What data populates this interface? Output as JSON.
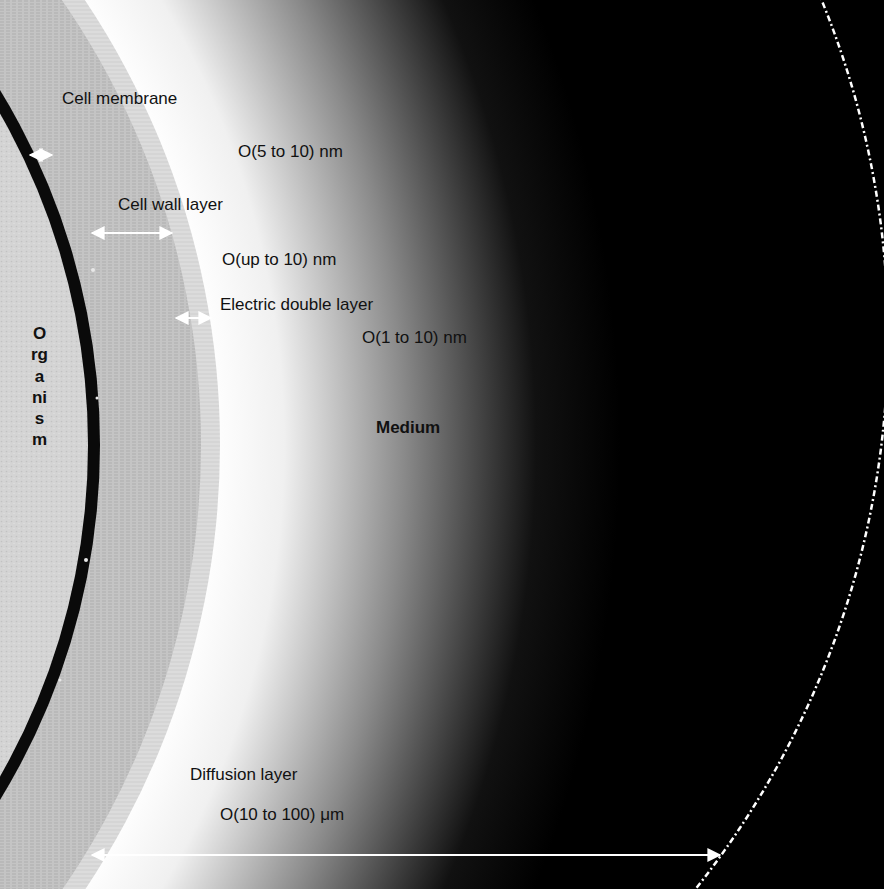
{
  "diagram": {
    "nodes": [
      {
        "text": [
          "Organism"
        ]
      },
      {
        "text": [
          "Medium"
        ]
      }
    ],
    "labels": [
      "Cell membrane",
      "O(5 to 10) nm",
      "Cell wall layer",
      "O(up to 10) nm",
      "Electric double layer",
      "O(1 to 10) nm",
      "Diffusion layer",
      "O(10 to 100) μm"
    ]
  }
}
